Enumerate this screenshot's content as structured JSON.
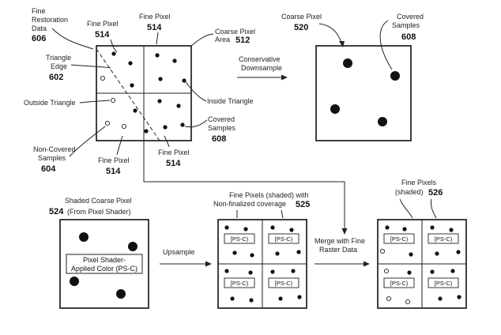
{
  "labels": {
    "fine_restoration_data_l1": "Fine",
    "fine_restoration_data_l2": "Restoration",
    "fine_restoration_data_l3": "Data",
    "fine_restoration_data_num": "606",
    "fine_pixel_tl": "Fine Pixel",
    "fine_pixel_tl_num": "514",
    "fine_pixel_tr": "Fine Pixel",
    "fine_pixel_tr_num": "514",
    "coarse_pixel_area_l1": "Coarse Pixel",
    "coarse_pixel_area_l2": "Area",
    "coarse_pixel_area_num": "512",
    "triangle_edge_l1": "Triangle",
    "triangle_edge_l2": "Edge",
    "triangle_edge_num": "602",
    "outside_triangle": "Outside Triangle",
    "inside_triangle": "Inside Triangle",
    "non_covered_l1": "Non-Covered",
    "non_covered_l2": "Samples",
    "non_covered_num": "604",
    "fine_pixel_bl": "Fine Pixel",
    "fine_pixel_bl_num": "514",
    "fine_pixel_br": "Fine Pixel",
    "fine_pixel_br_num": "514",
    "covered_samples_mid_l1": "Covered",
    "covered_samples_mid_l2": "Samples",
    "covered_samples_mid_num": "608",
    "conservative_l1": "Conservative",
    "conservative_l2": "Downsample",
    "coarse_pixel_520": "Coarse Pixel",
    "coarse_pixel_520_num": "520",
    "covered_samples_r_l1": "Covered",
    "covered_samples_r_l2": "Samples",
    "covered_samples_r_num": "608",
    "shaded_coarse_l1": "Shaded Coarse Pixel",
    "shaded_coarse_num": "524",
    "shaded_coarse_l2": "(From Pixel Shader)",
    "pixel_shader_l1": "Pixel Shader-",
    "pixel_shader_l2": "Applied Color (PS-C)",
    "upsample": "Upsample",
    "fine_shaded_l1": "Fine Pixels (shaded) with",
    "fine_shaded_l2": "Non-finalized coverage",
    "fine_shaded_num": "525",
    "merge_l1": "Merge with Fine",
    "merge_l2": "Raster Data",
    "fine_pixels_shaded_l1": "Fine Pixels",
    "fine_pixels_shaded_l2": "(shaded)",
    "fine_pixels_shaded_num": "526",
    "psc": "[PS-C)"
  }
}
